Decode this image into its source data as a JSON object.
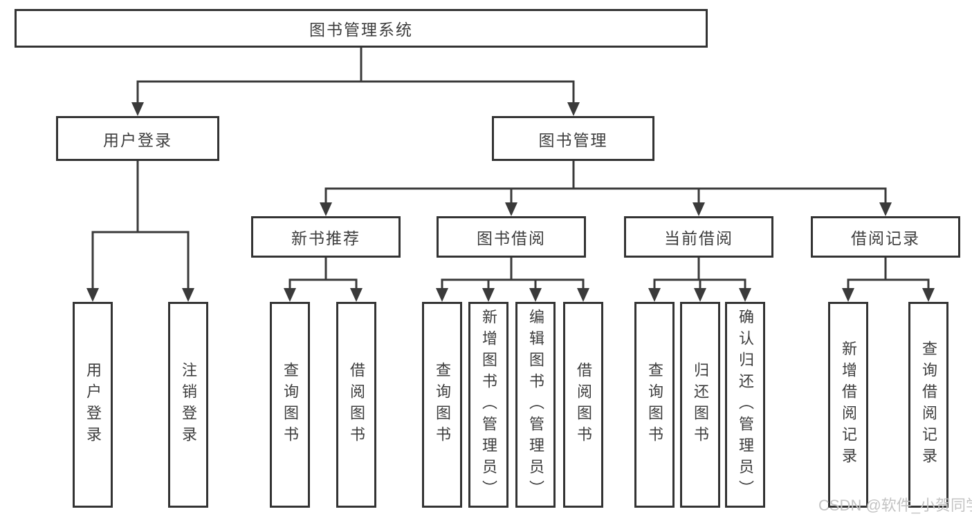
{
  "diagram": {
    "title": "图书管理系统",
    "root": {
      "label": "图书管理系统"
    },
    "branches": [
      {
        "label": "用户登录",
        "children": [
          {
            "label": "用户登录"
          },
          {
            "label": "注销登录"
          }
        ]
      },
      {
        "label": "图书管理",
        "children": [
          {
            "label": "新书推荐",
            "children": [
              {
                "label": "查询图书"
              },
              {
                "label": "借阅图书"
              }
            ]
          },
          {
            "label": "图书借阅",
            "children": [
              {
                "label": "查询图书"
              },
              {
                "label": "新增图书（管理员）"
              },
              {
                "label": "编辑图书（管理员）"
              },
              {
                "label": "借阅图书"
              }
            ]
          },
          {
            "label": "当前借阅",
            "children": [
              {
                "label": "查询图书"
              },
              {
                "label": "归还图书"
              },
              {
                "label": "确认归还（管理员）"
              }
            ]
          },
          {
            "label": "借阅记录",
            "children": [
              {
                "label": "新增借阅记录"
              },
              {
                "label": "查询借阅记录"
              }
            ]
          }
        ]
      }
    ]
  },
  "watermark": {
    "text": "CSDN @软件_小贺同学"
  },
  "colors": {
    "line": "#3a3a3a",
    "box_border": "#333333",
    "text": "#3d3d3d",
    "watermark": "#c3c3c3",
    "background": "#ffffff"
  }
}
